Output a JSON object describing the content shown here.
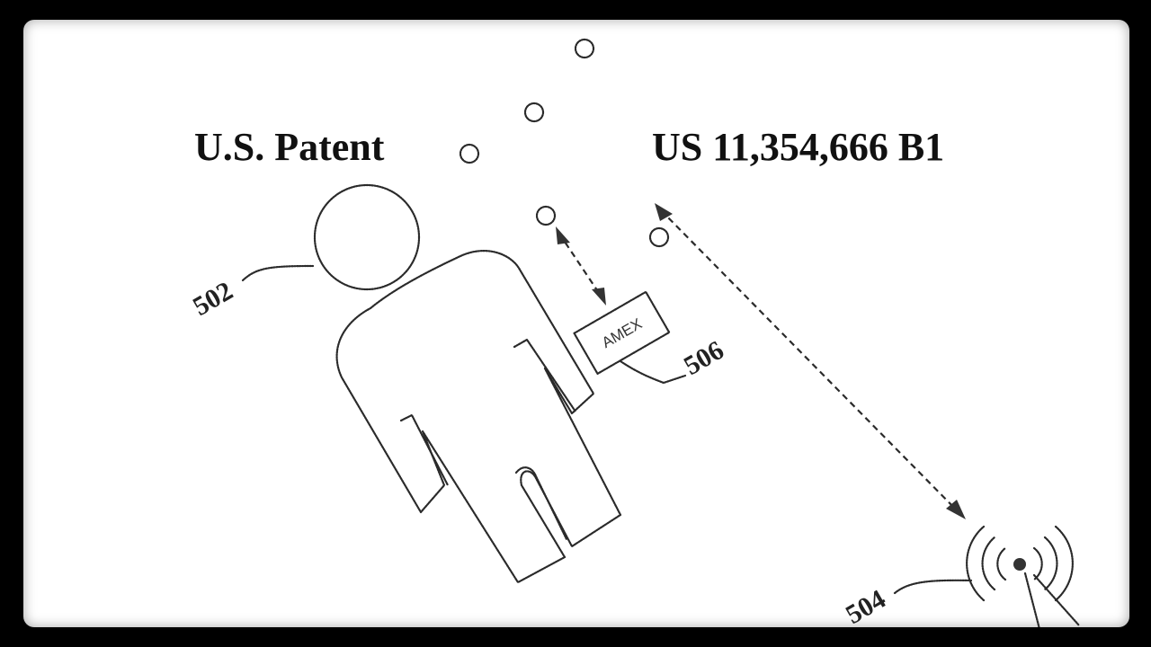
{
  "header": {
    "patent_label": "U.S. Patent",
    "patent_number": "US 11,354,666 B1"
  },
  "figure": {
    "labels": {
      "person": "502",
      "beacon": "504",
      "card": "506"
    },
    "card_text": "AMEX"
  }
}
